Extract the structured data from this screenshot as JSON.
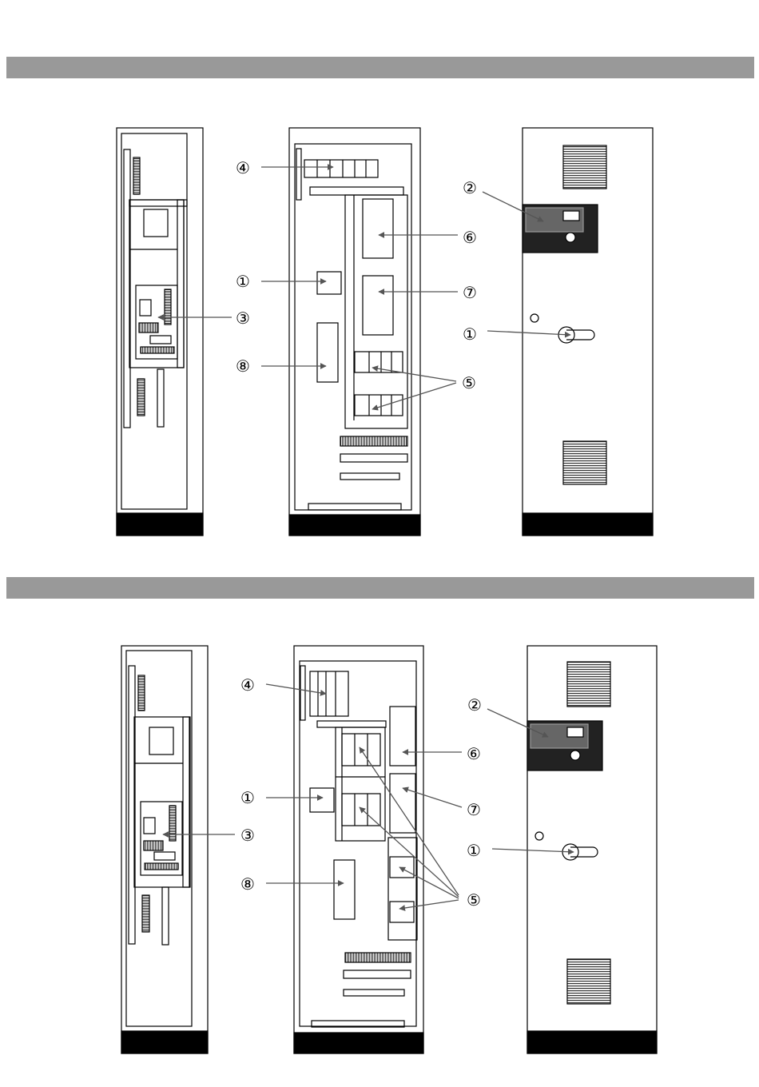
{
  "sections": [
    {
      "callouts": {
        "c4": "④",
        "c1_inner": "①",
        "c8": "⑧",
        "c3": "③",
        "c6": "⑥",
        "c7": "⑦",
        "c5": "⑤",
        "c2": "②",
        "c1_door": "①"
      }
    },
    {
      "callouts": {
        "c4": "④",
        "c1_inner": "①",
        "c8": "⑧",
        "c3": "③",
        "c6": "⑥",
        "c7": "⑦",
        "c5": "⑤",
        "c2": "②",
        "c1_door": "①"
      }
    }
  ],
  "colors": {
    "section_bar": "#999999",
    "cabinet_line": "#000000",
    "base": "#000000",
    "arrow": "#555555",
    "panel": "#222222"
  }
}
